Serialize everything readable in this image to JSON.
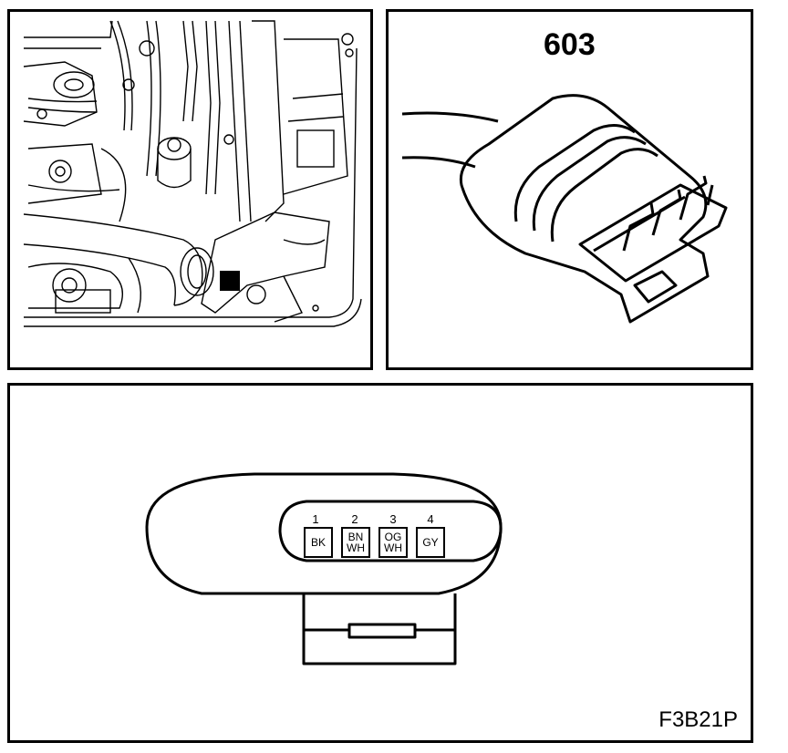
{
  "connector": {
    "number": "603",
    "pins": [
      {
        "number": "1",
        "color_line1": "BK",
        "color_line2": ""
      },
      {
        "number": "2",
        "color_line1": "BN",
        "color_line2": "WH"
      },
      {
        "number": "3",
        "color_line1": "OG",
        "color_line2": "WH"
      },
      {
        "number": "4",
        "color_line1": "GY",
        "color_line2": ""
      }
    ]
  },
  "figure": {
    "code": "F3B21P"
  }
}
